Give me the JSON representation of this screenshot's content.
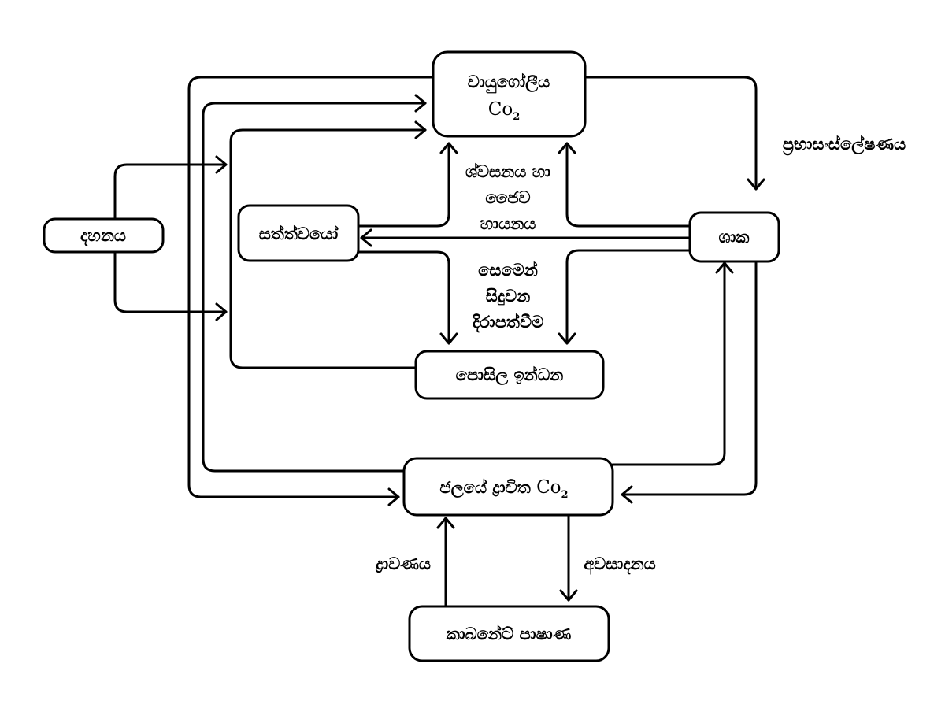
{
  "nodes": {
    "atmosphere": {
      "line1": "වායුගෝලීය",
      "co": "Co",
      "sub": "2"
    },
    "combustion": "දහනය",
    "animals": "සත්ත්වයෝ",
    "plants": "ශාක",
    "fossil_fuels": "පොසිල ඉන්ධන",
    "dissolved": {
      "text": "ජලයේ ද්‍රාවිත ",
      "co": "Co",
      "sub": "2"
    },
    "carbonate_rocks": "කාබනේට් පාෂාණ"
  },
  "labels": {
    "photosynthesis": "ප්‍රභාසංස්ලේෂණය",
    "respiration": [
      "ශ්වසනය හා",
      "ජෛව",
      "හායනය"
    ],
    "decomposition": [
      "සෙමෙන්",
      "සිදුවන",
      "දිරාපත්වීම"
    ],
    "dissolution": "ද්‍රාවණය",
    "sedimentation": "අවසාදනය"
  }
}
